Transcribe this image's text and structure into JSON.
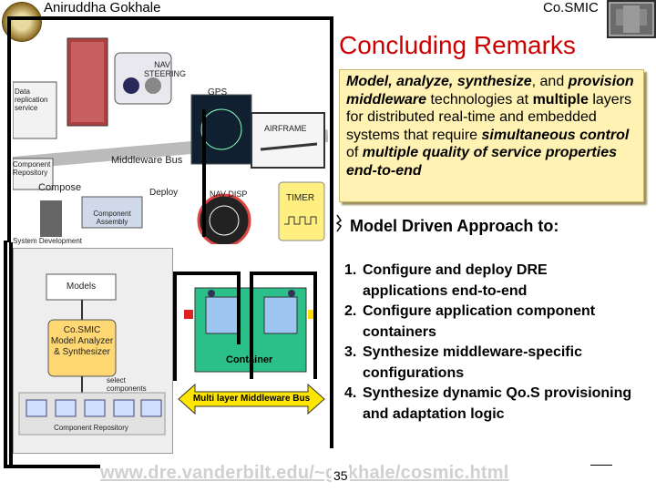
{
  "header": {
    "author": "Aniruddha Gokhale",
    "project": "Co.SMIC"
  },
  "title": "Concluding Remarks",
  "summary": {
    "p1": "Model, analyze, synthesize",
    "p2": ", and",
    "p3": "provision middleware",
    "p4": " technologies at",
    "p5": "multiple",
    "p6": " layers for distributed real-time and embedded systems that require",
    "p7": "simultaneous control",
    "p8": " of",
    "p9": "multiple quality of service properties end-to-end"
  },
  "approach": {
    "title": "Model Driven Approach to:",
    "items": [
      {
        "num": "1.",
        "text": "Configure and deploy DRE applications end-to-end"
      },
      {
        "num": "2.",
        "text": "Configure application component containers"
      },
      {
        "num": "3.",
        "text": "Synthesize middleware-specific configurations"
      },
      {
        "num": "4.",
        "text": "Synthesize dynamic Qo.S provisioning and adaptation logic"
      }
    ]
  },
  "diagram_top": {
    "nav_steering": "NAV STEERING",
    "gps": "GPS",
    "data_replication": "Data replication service",
    "airframe": "AIRFRAME",
    "component_repository": "Component Repository",
    "middleware_bus": "Middleware Bus",
    "compose": "Compose",
    "deploy": "Deploy",
    "nav_disp": "NAV DISP",
    "timer": "TIMER",
    "component_assembly": "Component Assembly",
    "system_development": "System Development"
  },
  "diagram_bottom": {
    "models": "Models",
    "analyzer": "Co.SMIC Model Analyzer & Synthesizer",
    "select_components": "select components",
    "component_repository": "Component Repository",
    "container": "Container",
    "middleware_bus": "Multi layer Middleware Bus"
  },
  "footer": {
    "url": "www.dre.vanderbilt.edu/~gokhale/cosmic.html",
    "page": "35"
  },
  "colors": {
    "title": "#cc0000",
    "summary_bg": "#fff2b3",
    "url": "#d0d0d0",
    "container": "#2bbf8a",
    "bus": "#ffe600"
  }
}
